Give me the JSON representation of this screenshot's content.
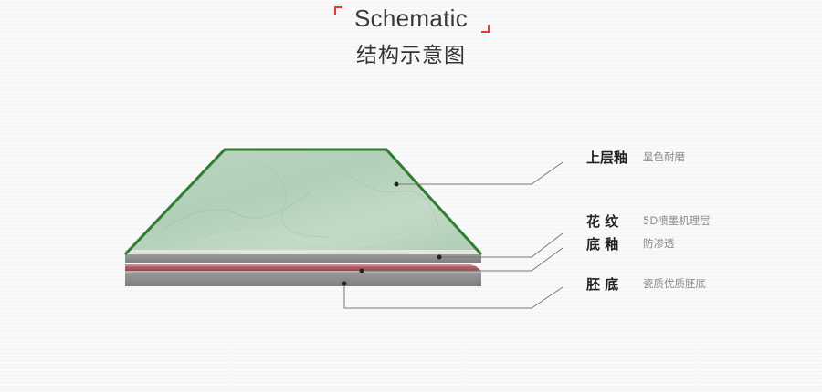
{
  "header": {
    "title_en": "Schematic",
    "title_cn": "结构示意图",
    "accent_color": "#e53935"
  },
  "layers": [
    {
      "name": "上层釉",
      "description": "显色耐磨"
    },
    {
      "name": "花 纹",
      "description": "5D喷墨机理层"
    },
    {
      "name": "底 釉",
      "description": "防渗透"
    },
    {
      "name": "胚 底",
      "description": "瓷质优质胚底"
    }
  ],
  "colors": {
    "glaze_surface": "#b8d4bd",
    "glaze_edge": "#2e7d32",
    "pattern_layer": "#8e8e8e",
    "base_glaze": "#a5585d",
    "body": "#8a8a8a",
    "leader_line": "#777777"
  }
}
